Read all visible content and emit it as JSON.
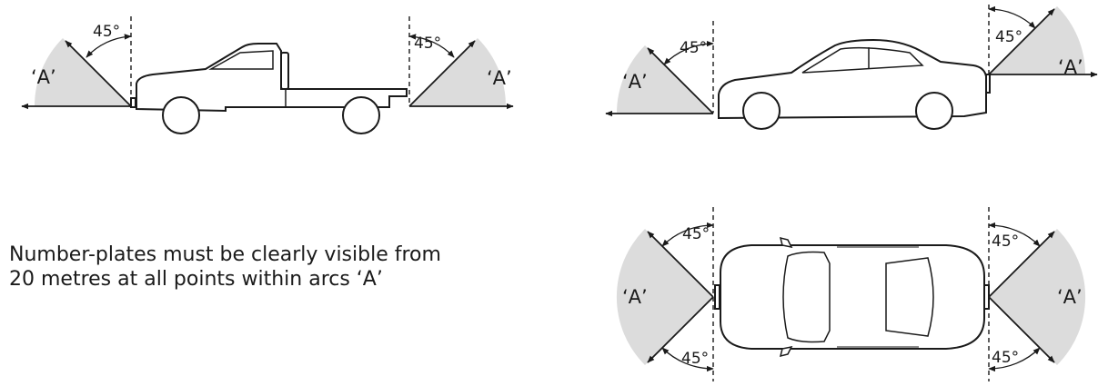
{
  "labels": {
    "angle": "45°",
    "arc": "‘A’"
  },
  "caption": {
    "line1": "Number-plates must be clearly visible from",
    "line2": "20 metres at all points within arcs ‘A’"
  },
  "colors": {
    "arc_fill": "#dcdcdc",
    "line": "#1a1a1a"
  },
  "icons": [
    "ute-side-view",
    "sedan-side-view",
    "sedan-top-view"
  ]
}
